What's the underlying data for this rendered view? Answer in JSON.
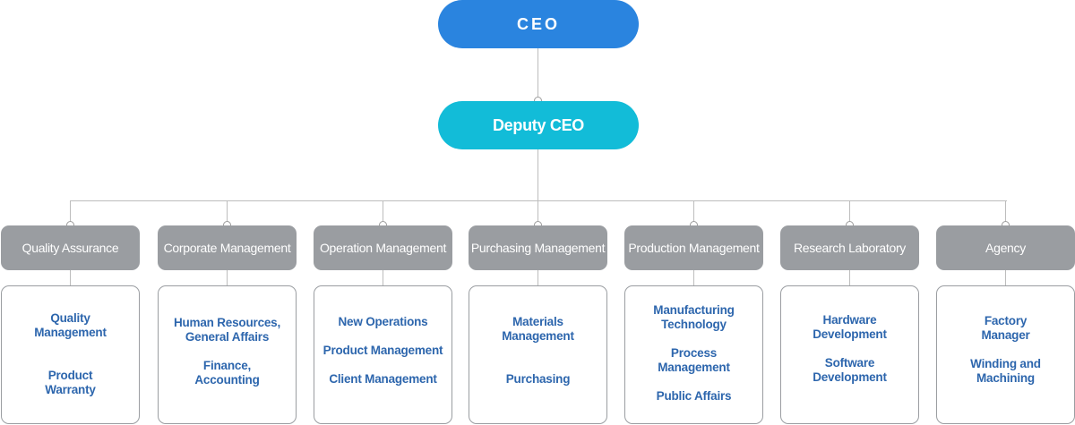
{
  "top": {
    "ceo_label": "CEO",
    "deputy_label": "Deputy CEO"
  },
  "departments": [
    {
      "name": "Quality Assurance",
      "items": [
        "Quality\nManagement",
        "Product\nWarranty"
      ]
    },
    {
      "name": "Corporate Management",
      "items": [
        "Human Resources,\nGeneral Affairs",
        "Finance,\nAccounting"
      ]
    },
    {
      "name": "Operation Management",
      "items": [
        "New Operations",
        "Product Management",
        "Client Management"
      ]
    },
    {
      "name": "Purchasing Management",
      "items": [
        "Materials\nManagement",
        "Purchasing"
      ]
    },
    {
      "name": "Production Management",
      "items": [
        "Manufacturing\nTechnology",
        "Process\nManagement",
        "Public Affairs"
      ]
    },
    {
      "name": "Research Laboratory",
      "items": [
        "Hardware\nDevelopment",
        "Software\nDevelopment"
      ]
    },
    {
      "name": "Agency",
      "items": [
        "Factory\nManager",
        "Winding and\nMachining"
      ]
    }
  ]
}
